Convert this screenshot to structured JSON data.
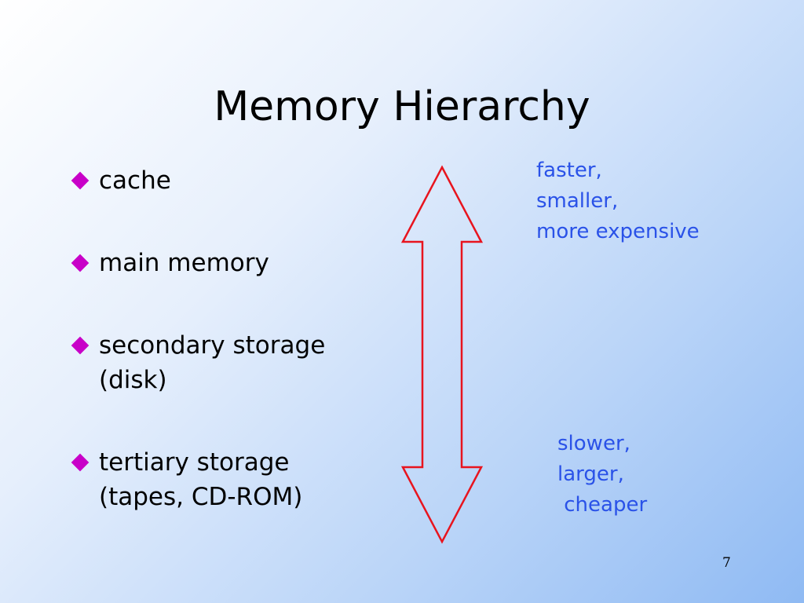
{
  "slide": {
    "title": "Memory Hierarchy",
    "bullets": [
      {
        "lines": [
          "cache"
        ]
      },
      {
        "lines": [
          "main memory"
        ]
      },
      {
        "lines": [
          "secondary storage",
          "(disk)"
        ]
      },
      {
        "lines": [
          "tertiary storage",
          "(tapes, CD-ROM)"
        ]
      }
    ],
    "top_note": [
      "faster,",
      "smaller,",
      "more expensive"
    ],
    "bottom_note": [
      "slower,",
      "larger,",
      " cheaper"
    ],
    "slide_number": "7",
    "colors": {
      "bullet_marker": "#c800c8",
      "note_text": "#2a52e8",
      "arrow_stroke": "#e8141e"
    },
    "icons": {
      "bullet_marker": "diamond",
      "arrow": "double-headed-vertical-arrow"
    }
  }
}
